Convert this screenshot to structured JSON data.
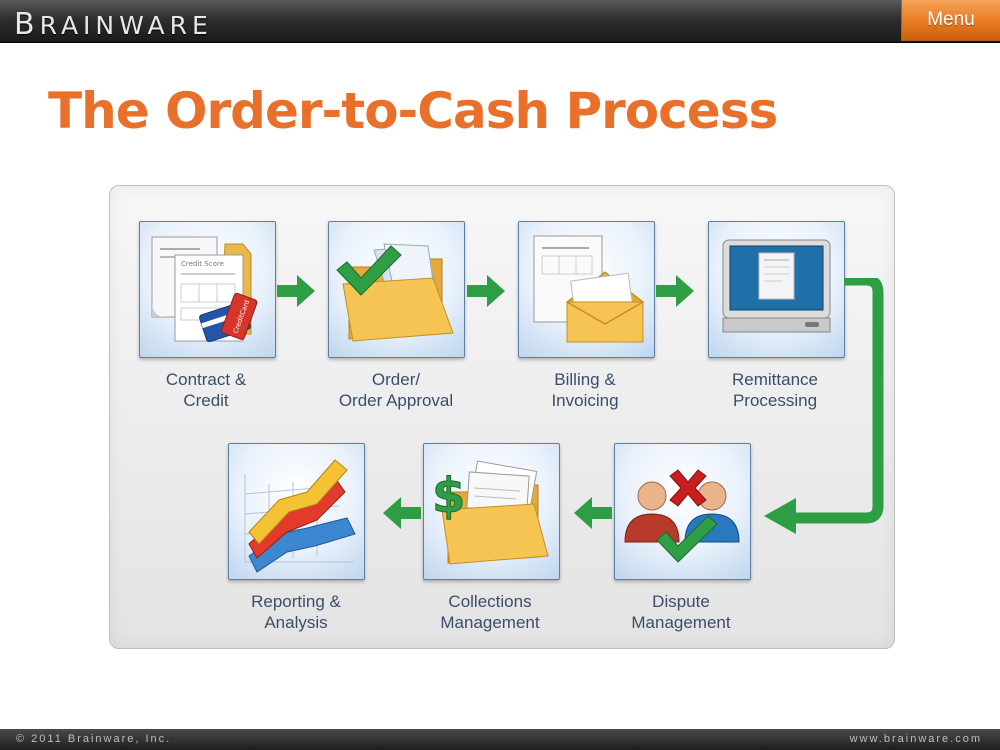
{
  "header": {
    "brand_first": "B",
    "brand_rest": "RAINWARE",
    "menu_label": "Menu"
  },
  "title": "The Order-to-Cash Process",
  "steps": [
    {
      "line1": "Contract &",
      "line2": "Credit",
      "icon": "credit-documents-icon"
    },
    {
      "line1": "Order/",
      "line2": "Order Approval",
      "icon": "approved-folder-icon"
    },
    {
      "line1": "Billing &",
      "line2": "Invoicing",
      "icon": "invoice-envelope-icon"
    },
    {
      "line1": "Remittance",
      "line2": "Processing",
      "icon": "monitor-document-icon"
    },
    {
      "line1": "Dispute",
      "line2": "Management",
      "icon": "dispute-people-icon"
    },
    {
      "line1": "Collections",
      "line2": "Management",
      "icon": "money-folder-icon"
    },
    {
      "line1": "Reporting &",
      "line2": "Analysis",
      "icon": "3d-chart-icon"
    }
  ],
  "icon_text": {
    "credit_score": "Credit Score",
    "credit_card": "CreditCard"
  },
  "colors": {
    "title": "#e8702a",
    "arrow": "#2e9e45",
    "label": "#3a4e6b",
    "menu": "#e87a23"
  },
  "footer": {
    "copyright": "© 2011 Brainware, Inc.",
    "website": "www.brainware.com"
  }
}
